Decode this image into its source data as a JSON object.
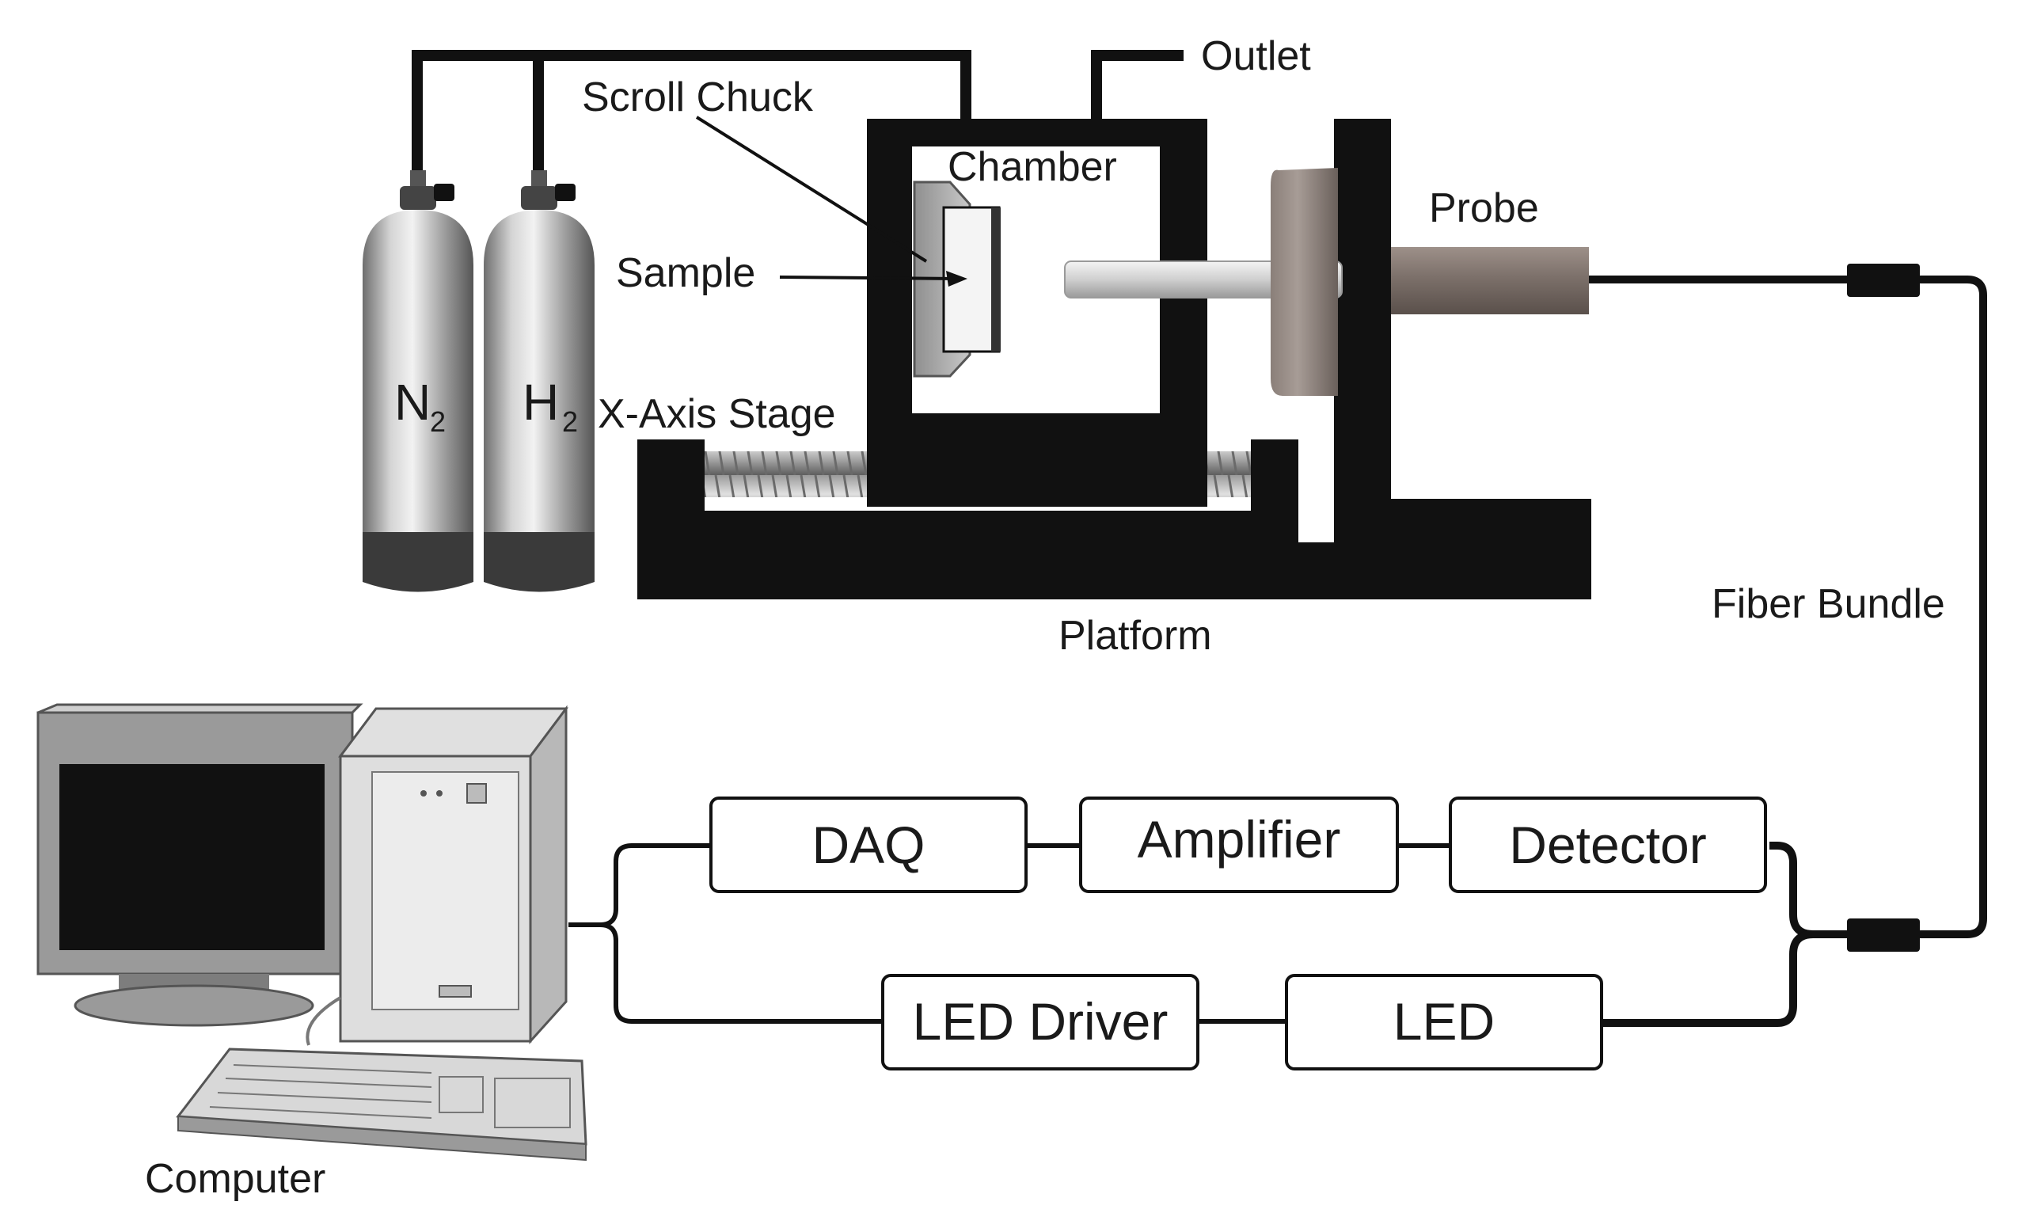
{
  "labels": {
    "outlet": "Outlet",
    "scroll_chuck": "Scroll Chuck",
    "chamber": "Chamber",
    "sample": "Sample",
    "probe": "Probe",
    "x_axis_stage": "X-Axis Stage",
    "platform": "Platform",
    "fiber_bundle": "Fiber Bundle",
    "computer": "Computer"
  },
  "gas": {
    "n2": {
      "symbol": "N",
      "sub": "2"
    },
    "h2": {
      "symbol": "H",
      "sub": "2"
    }
  },
  "boxes": {
    "daq": "DAQ",
    "amplifier": "Amplifier",
    "detector": "Detector",
    "led_driver": "LED Driver",
    "led": "LED"
  }
}
